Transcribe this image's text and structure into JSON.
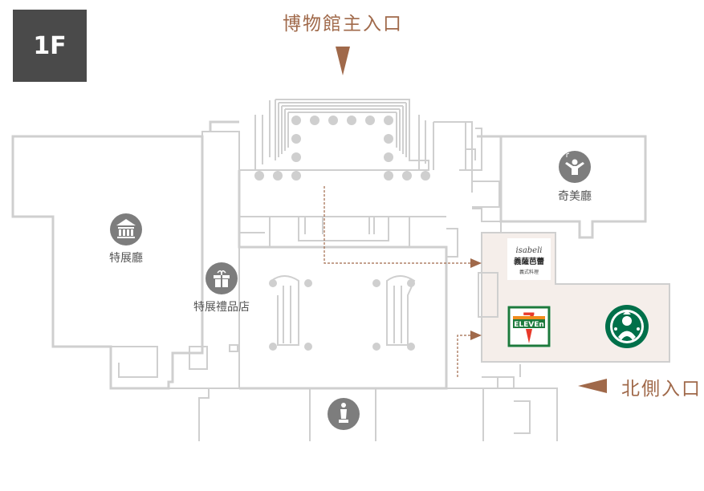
{
  "floor": "1F",
  "entrances": {
    "main": "博物館主入口",
    "north": "北側入口"
  },
  "pois": {
    "special_hall": "特展廳",
    "gift_shop": "特展禮品店",
    "chimei_hall": "奇美廳"
  },
  "shops": {
    "isabelle": {
      "script": "isabeli",
      "name": "義薩芭蕾",
      "sub": "義式料理"
    },
    "seven_eleven": {
      "line1": "7",
      "line2": "ELEVEn"
    },
    "starbucks": {}
  },
  "colors": {
    "accent": "#a0694a",
    "wall": "#cfcfcf",
    "icon_bg": "#7d7d7d",
    "shop_area": "#f5eeea",
    "badge": "#4a4a4a"
  }
}
